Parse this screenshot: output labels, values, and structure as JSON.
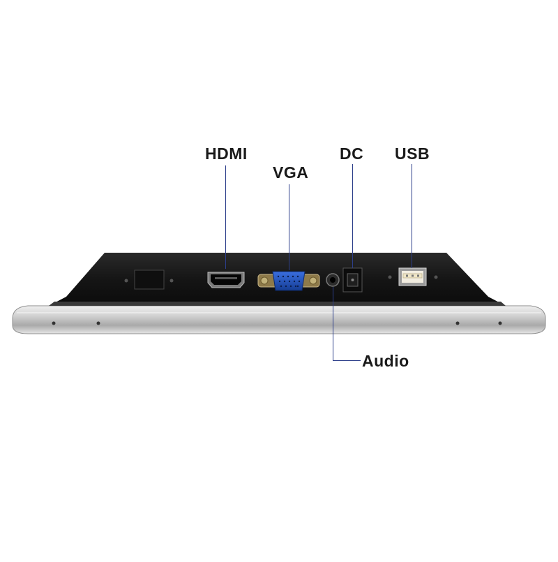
{
  "ports": [
    {
      "id": "hdmi",
      "label": "HDMI",
      "icon": "hdmi-port-icon"
    },
    {
      "id": "vga",
      "label": "VGA",
      "icon": "vga-port-icon"
    },
    {
      "id": "dc",
      "label": "DC",
      "icon": "dc-power-jack-icon"
    },
    {
      "id": "usb",
      "label": "USB",
      "icon": "usb-port-icon"
    },
    {
      "id": "audio",
      "label": "Audio",
      "icon": "audio-jack-icon"
    }
  ],
  "colors": {
    "background": "#ffffff",
    "leader_line": "#2c3e8a",
    "housing": "#141414",
    "bezel": "#c9c9c9",
    "vga_connector": "#1f4fb5",
    "label_text": "#1a1a1a"
  }
}
